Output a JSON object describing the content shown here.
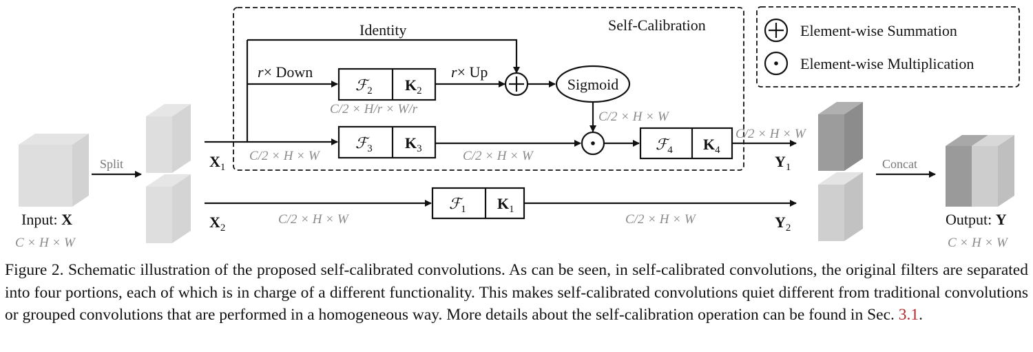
{
  "figure": {
    "self_calibration_title": "Self-Calibration",
    "identity_label": "Identity",
    "down_label": "× Down",
    "up_label": "× Up",
    "r_symbol": "r",
    "sigmoid_label": "Sigmoid",
    "split_label": "Split",
    "concat_label": "Concat",
    "input_label": "Input: ",
    "input_symbol": "X",
    "output_label": "Output: ",
    "output_symbol": "Y",
    "dims": {
      "full": "C × H × W",
      "half": "C/2 × H × W",
      "down": "C/2 × H/r × W/r"
    },
    "signals": {
      "x": "X",
      "y": "Y",
      "sub1": "1",
      "sub2": "2"
    },
    "filters": {
      "f": "ℱ",
      "k": "K",
      "i1": "1",
      "i2": "2",
      "i3": "3",
      "i4": "4"
    },
    "legend": {
      "sum": "Element-wise Summation",
      "mult": "Element-wise Multiplication"
    }
  },
  "caption": {
    "line1": "Figure 2. Schematic illustration of the proposed self-calibrated convolutions. As can be seen, in self-calibrated convolutions, the original",
    "line2": "filters are separated into four portions, each of which is in charge of a different functionality. This makes self-calibrated convolutions",
    "line3": "quiet different from traditional convolutions or grouped convolutions that are performed in a homogeneous way. More details about the",
    "line4_prefix": "self-calibration operation can be found in Sec. ",
    "line4_ref": "3.1",
    "line4_suffix": "."
  }
}
